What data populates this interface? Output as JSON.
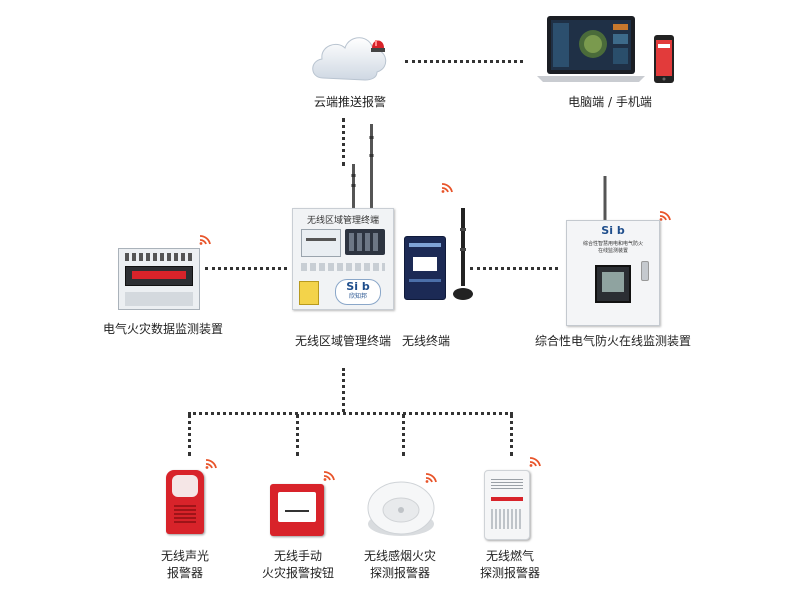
{
  "nodes": {
    "cloud": {
      "label": "云端推送报警"
    },
    "pc_mobile": {
      "label": "电脑端 / 手机端"
    },
    "electric_fire_data": {
      "label": "电气火灾数据监测装置"
    },
    "zone_terminal": {
      "label": "无线区域管理终端",
      "panel_title": "无线区域管理终端"
    },
    "wireless_terminal": {
      "label": "无线终端"
    },
    "integrated_monitor": {
      "label": "综合性电气防火在线监测装置",
      "panel_text_1": "综合性智慧用电和电气防火",
      "panel_text_2": "在线监测装置"
    },
    "sound_light_alarm": {
      "label_line1": "无线声光",
      "label_line2": "报警器"
    },
    "manual_button": {
      "label_line1": "无线手动",
      "label_line2": "火灾报警按钮"
    },
    "smoke_detector": {
      "label_line1": "无线感烟火灾",
      "label_line2": "探测报警器"
    },
    "gas_detector": {
      "label_line1": "无线燃气",
      "label_line2": "探测报警器"
    }
  },
  "brand": {
    "logo_text": "Si b",
    "logo_sub": "欣知邦"
  },
  "colors": {
    "alarm_red": "#d8232a",
    "wifi_orange": "#e8542a",
    "dot_line": "#333333"
  },
  "icons": [
    "cloud-icon",
    "siren-icon",
    "laptop-icon",
    "phone-icon",
    "wifi-signal-icon",
    "antenna-icon"
  ]
}
